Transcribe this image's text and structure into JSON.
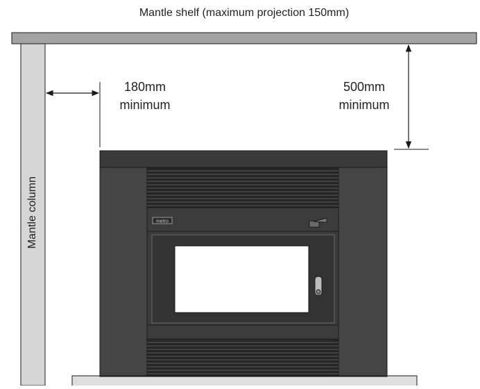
{
  "labels": {
    "mantle_shelf": "Mantle shelf (maximum projection 150mm)",
    "mantle_column": "Mantle column",
    "side_clearance_value": "180mm",
    "side_clearance_qualifier": "minimum",
    "top_clearance_value": "500mm",
    "top_clearance_qualifier": "minimum",
    "brand_plate": "metro"
  },
  "colors": {
    "shelf_fill": "#a3a3a3",
    "column_fill": "#d6d6d6",
    "stove_body": "#474747",
    "stove_top": "#3a3a3a",
    "louvre_dark": "#262626",
    "louvre_line": "#585858",
    "glass": "#ffffff",
    "hearth": "#dedede",
    "outline": "#1a1a1a",
    "dimension_line": "#1a1a1a"
  },
  "icons": {
    "door_handle": "door-handle-icon",
    "control_lever": "control-lever-icon"
  }
}
